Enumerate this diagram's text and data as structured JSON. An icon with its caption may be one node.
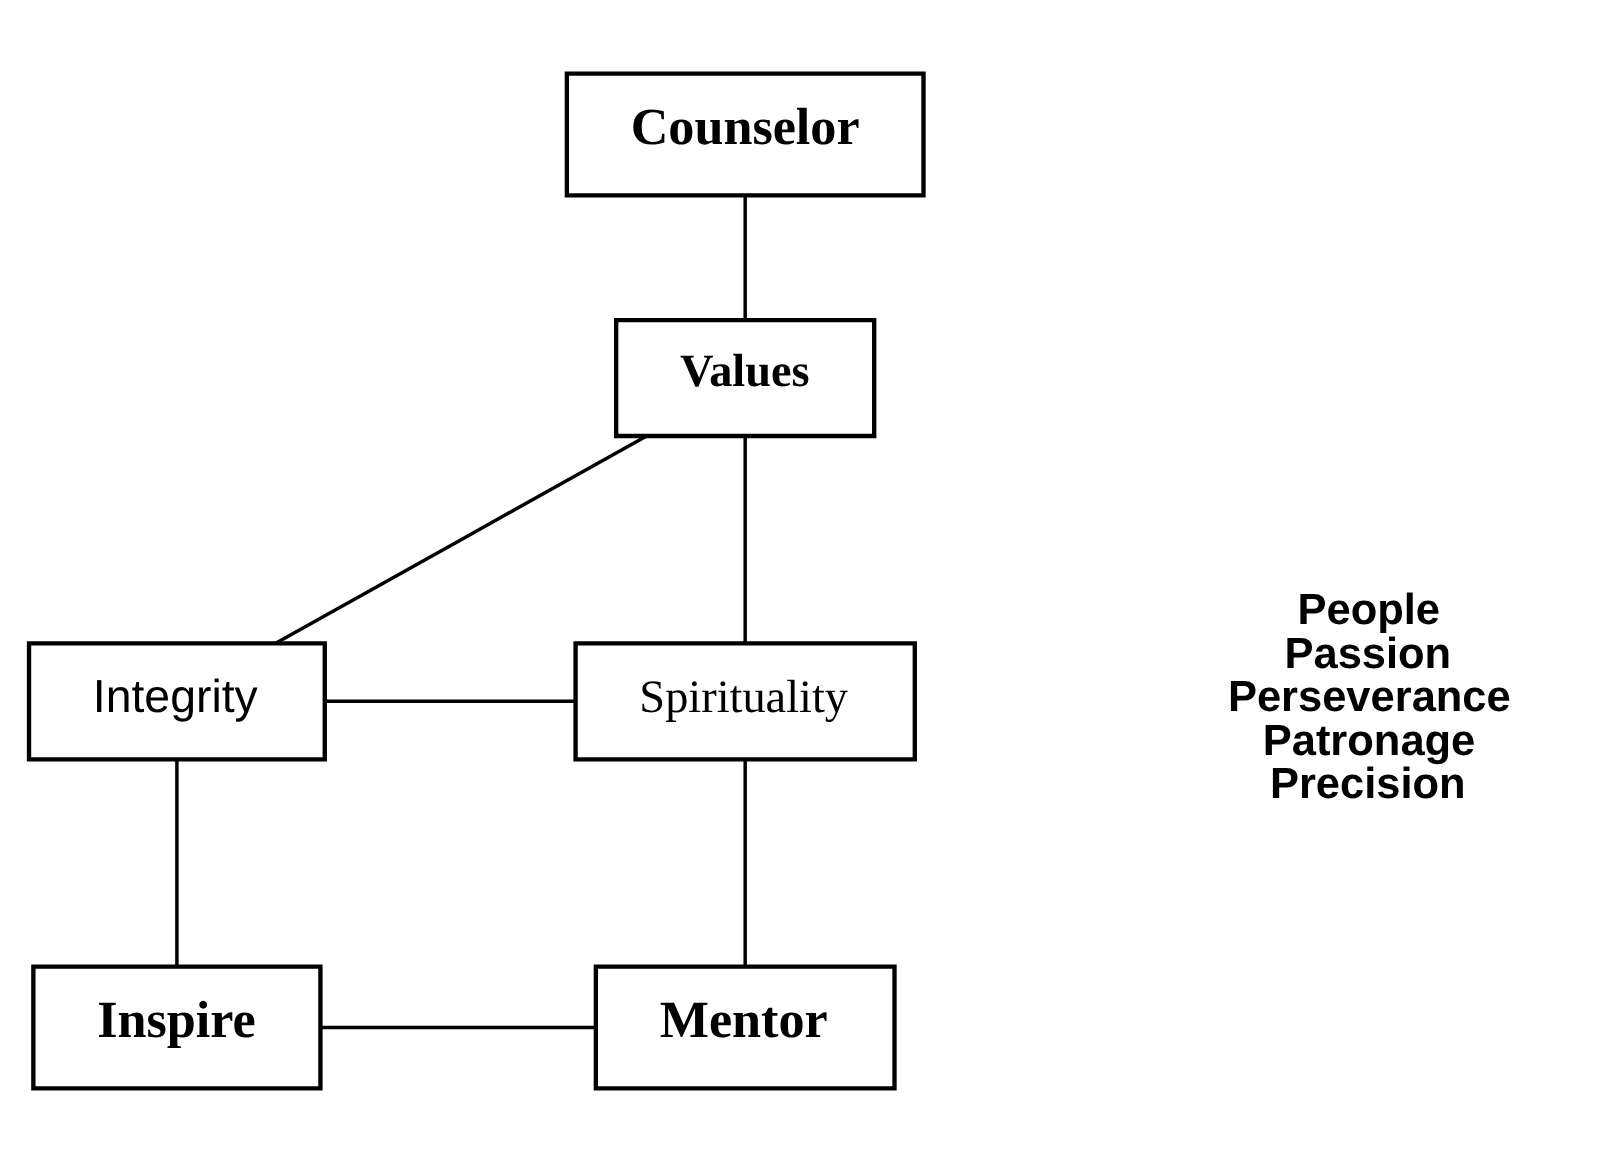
{
  "diagram": {
    "nodes": [
      {
        "text": [
          "Counselor"
        ]
      },
      {
        "text": [
          "Values"
        ]
      },
      {
        "text": [
          "Integrity"
        ]
      },
      {
        "text": [
          "Spirituality"
        ]
      },
      {
        "text": [
          "Inspire"
        ]
      },
      {
        "text": [
          "Mentor"
        ]
      }
    ],
    "edges": [
      {
        "from": 0,
        "to": 1,
        "arrow": "none"
      },
      {
        "from": 1,
        "to": 2,
        "arrow": "none"
      },
      {
        "from": 1,
        "to": 3,
        "arrow": "none"
      },
      {
        "from": 4,
        "to": 2,
        "arrow": "none"
      },
      {
        "from": 3,
        "to": 5,
        "arrow": "none"
      },
      {
        "from": 2,
        "to": 3,
        "arrow": "none"
      },
      {
        "from": 4,
        "to": 5,
        "arrow": "none"
      }
    ],
    "labels": [
      "People",
      "Passion",
      "Perseverance",
      "Patronage",
      "Precision"
    ]
  }
}
